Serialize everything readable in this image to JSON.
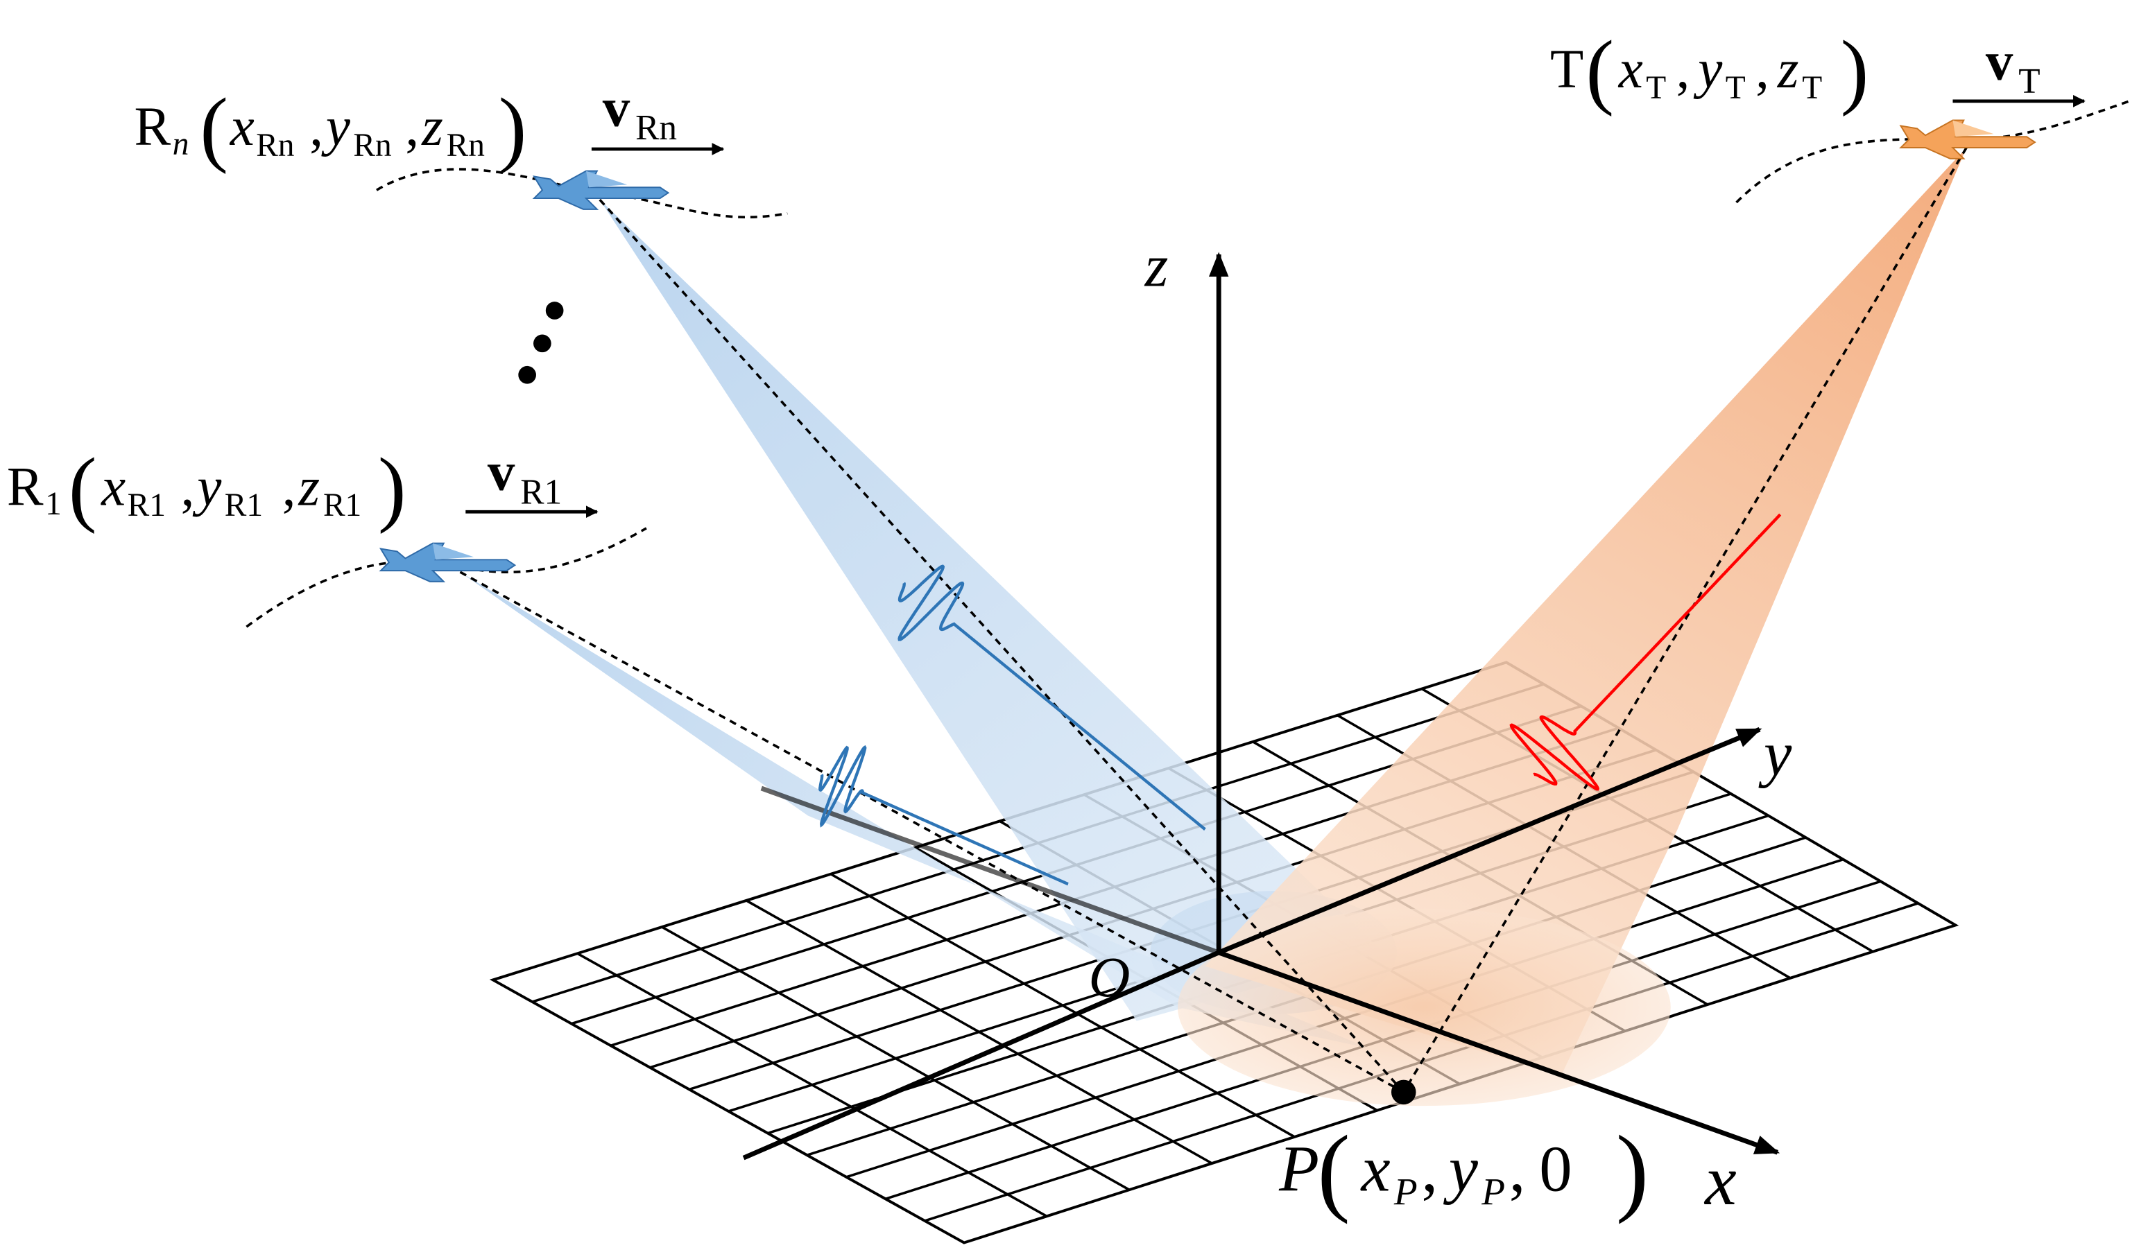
{
  "axes": {
    "z": "z",
    "y": "y",
    "x": "x",
    "origin": "O"
  },
  "transmitter": {
    "name": "T",
    "x": "x",
    "x_sub": "T",
    "y": "y",
    "y_sub": "T",
    "z": "z",
    "z_sub": "T",
    "v": "v",
    "v_sub": "T",
    "color": "#f5a35a",
    "wave_color": "#ff0000"
  },
  "receiver_n": {
    "name": "R",
    "name_sub": "n",
    "x": "x",
    "x_sub": "Rn",
    "y": "y",
    "y_sub": "Rn",
    "z": "z",
    "z_sub": "Rn",
    "v": "v",
    "v_sub": "Rn",
    "color": "#5b9bd5",
    "wave_color": "#2e75b6"
  },
  "receiver_1": {
    "name": "R",
    "name_sub": "1",
    "x": "x",
    "x_sub": "R1",
    "y": "y",
    "y_sub": "R1",
    "z": "z",
    "z_sub": "R1",
    "v": "v",
    "v_sub": "R1",
    "color": "#5b9bd5",
    "wave_color": "#2e75b6"
  },
  "target": {
    "name": "P",
    "x": "x",
    "x_sub": "P",
    "y": "y",
    "y_sub": "P",
    "z": "0"
  },
  "punctuation": {
    "comma": ",",
    "open": "(",
    "close": ")"
  }
}
